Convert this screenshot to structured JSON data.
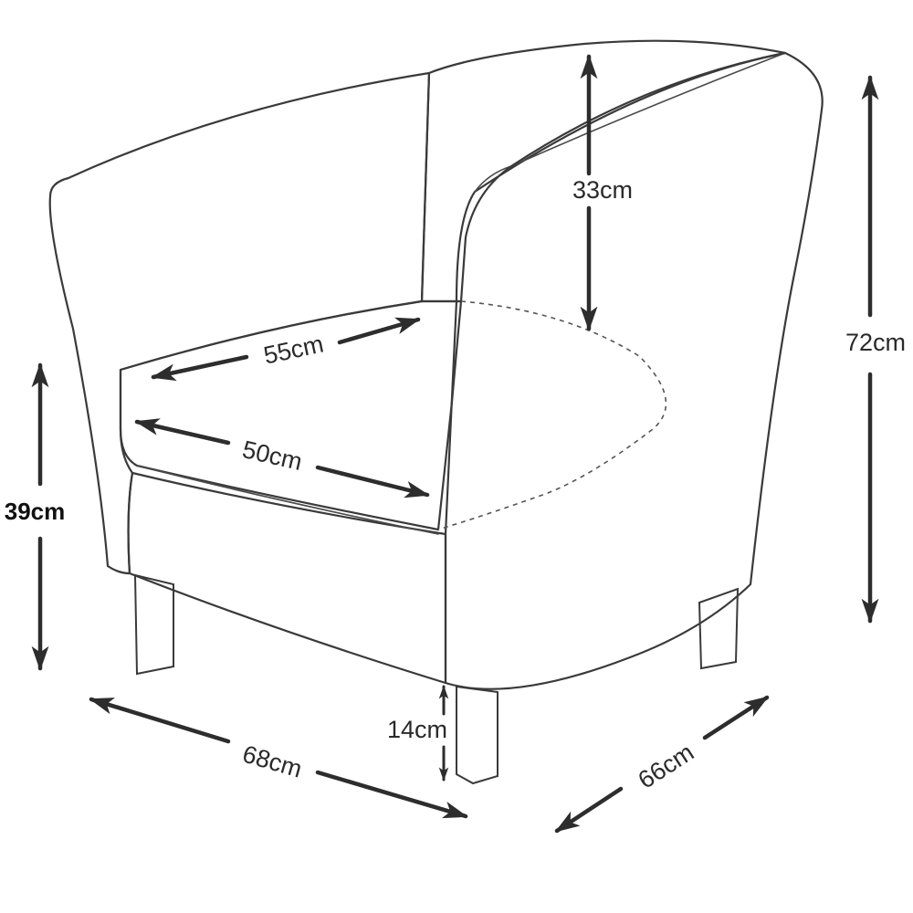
{
  "dimensions": {
    "back_height": "33cm",
    "total_height": "72cm",
    "seat_depth": "55cm",
    "seat_width": "50cm",
    "seat_height": "39cm",
    "overall_width": "68cm",
    "leg_height": "14cm",
    "overall_depth": "66cm"
  },
  "colors": {
    "line": "#3a3a3a",
    "arrow": "#2d2d2d",
    "background": "#ffffff"
  }
}
